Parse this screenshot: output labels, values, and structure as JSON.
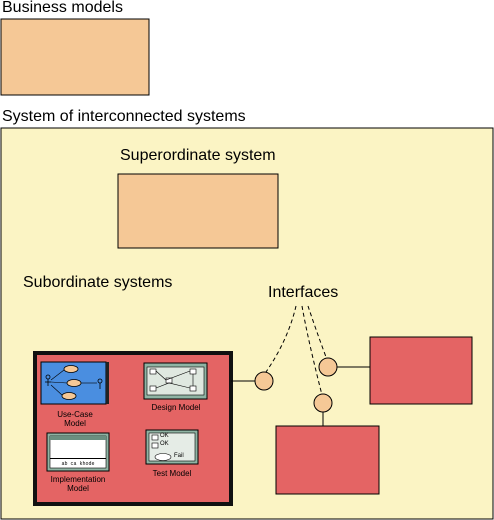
{
  "titles": {
    "business_models": "Business models",
    "system_of_systems": "System of interconnected systems",
    "superordinate": "Superordinate system",
    "subordinate": "Subordinate systems",
    "interfaces": "Interfaces"
  },
  "models": {
    "use_case": "Use-Case\nModel",
    "design": "Design Model",
    "implementation": "Implementation\nModel",
    "test": "Test Model"
  },
  "test_icon": {
    "ok1": "OK",
    "ok2": "OK",
    "fail": "Fail"
  },
  "colors": {
    "business_fill": "#f5c896",
    "system_bg": "#fbf4c4",
    "subsystem_fill": "#e46464",
    "interface_fill": "#f5c896",
    "model_blue": "#4a8ee0",
    "model_teal": "#8fb4a4"
  },
  "icons": [
    "use-case-model-icon",
    "design-model-icon",
    "implementation-model-icon",
    "test-model-icon"
  ]
}
